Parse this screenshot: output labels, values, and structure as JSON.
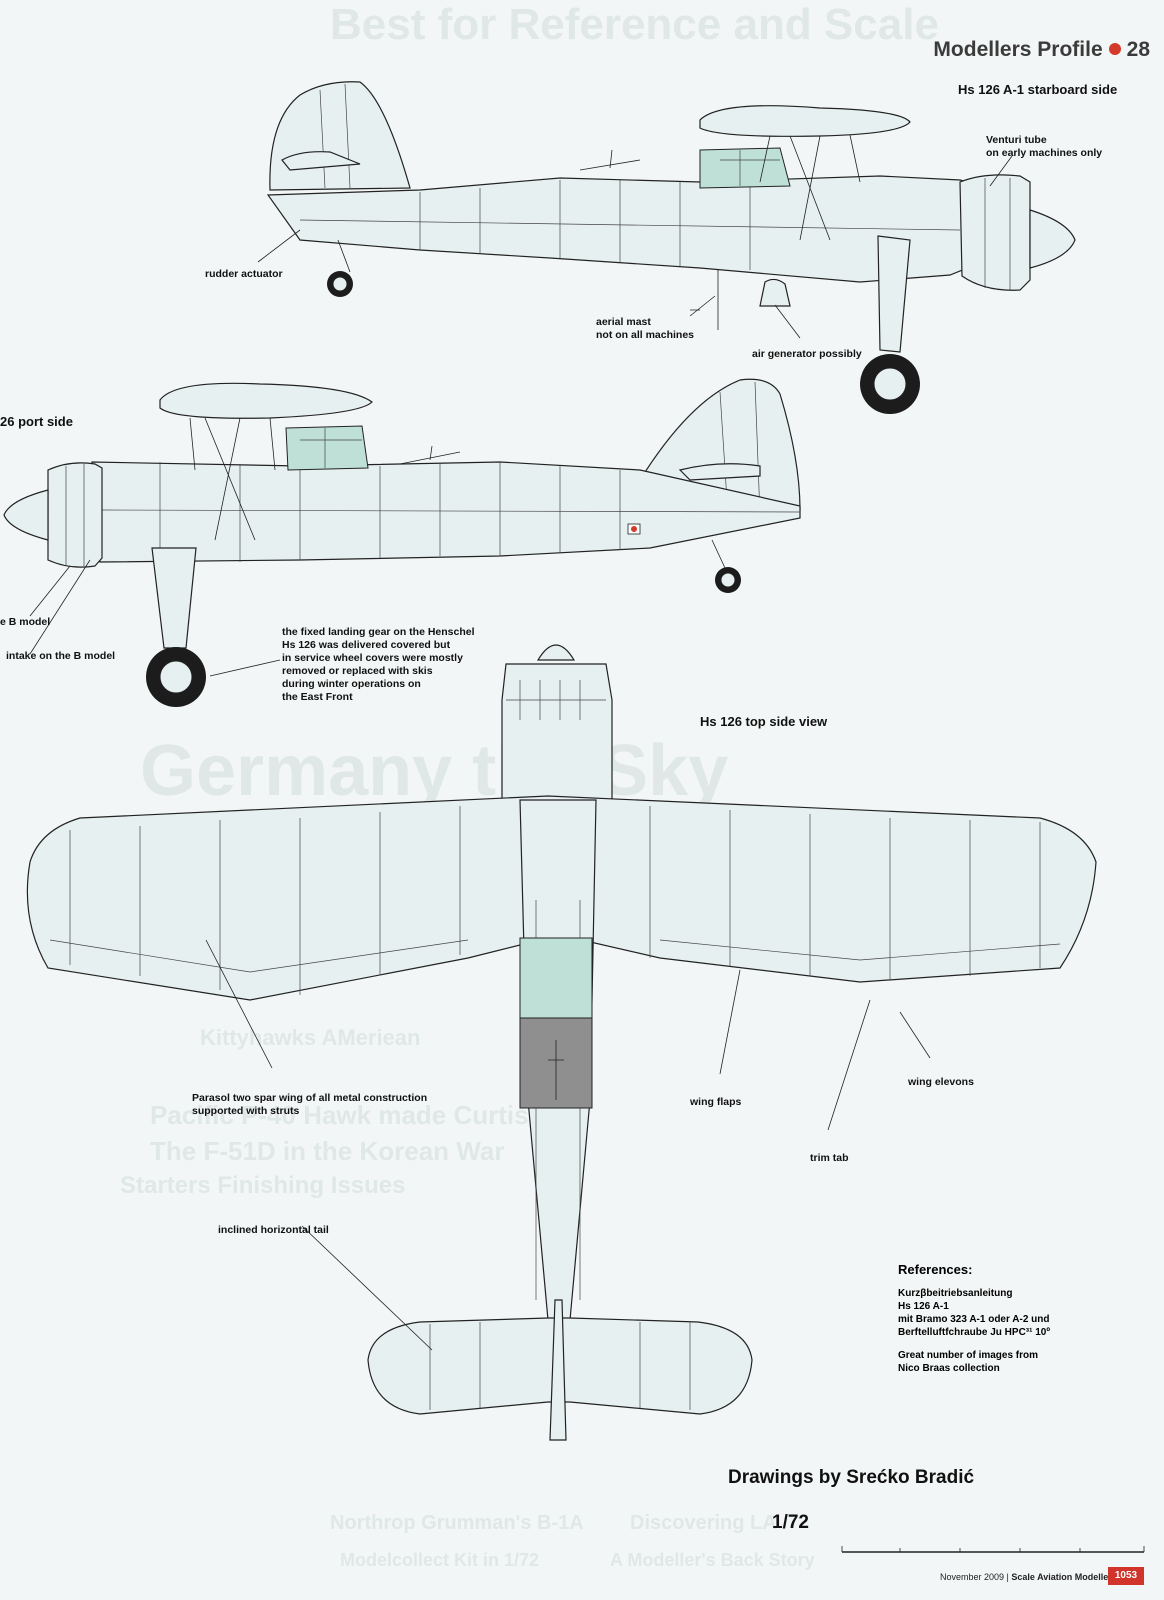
{
  "header": {
    "section": "Modellers Profile",
    "number": "28"
  },
  "views": {
    "starboard_title": "Hs 126 A-1  starboard side",
    "port_title": "26 port side",
    "top_title": "Hs 126 top side view"
  },
  "callouts": {
    "venturi": [
      "Venturi tube",
      "on early machines only"
    ],
    "rudder": "rudder actuator",
    "aerial": [
      "aerial mast",
      "not on all machines"
    ],
    "airgen": "air generator possibly",
    "bmodel": "e B model",
    "intake": "intake on the B model",
    "gear": [
      "the fixed landing gear on the Henschel",
      "Hs 126 was delivered covered but",
      "in service wheel covers were mostly",
      "removed or replaced with skis",
      "during winter operations on",
      "the East Front"
    ],
    "parasol": [
      "Parasol two spar wing of all metal construction",
      "supported with struts"
    ],
    "flaps": "wing flaps",
    "elevons": "wing elevons",
    "trim": "trim tab",
    "tail": "inclined horizontal tail"
  },
  "references": {
    "heading": "References:",
    "lines": [
      "Kurzβbeitriebsanleitung",
      "Hs 126 A-1",
      "mit Bramo 323 A-1 oder A-2 und",
      "Berftelluftfchraube Ju HPC³¹  10º"
    ],
    "note": [
      "Great number of images from",
      "Nico Braas collection"
    ]
  },
  "credit": "Drawings by Srećko Bradić",
  "scale": "1/72",
  "footer": {
    "date": "November 2009",
    "magazine": "Scale Aviation Modeller",
    "page": "1053"
  },
  "background_text": {
    "top_banner": "Best for Reference and Scale",
    "germany": "Germany  the Sky",
    "kitty": "Kittyhawks AMeriean",
    "hawk": "Pacific P-40 Hawk made Curtiss",
    "korea": "The F-51D in the Korean War",
    "issues": "Starters Finishing Issues",
    "bottom1": "Northrop Grumman's B-1A",
    "bottom2": "Discovering LA",
    "bottom3": "Modelcollect Kit in 1/72",
    "bottom4": "A Modeller's Back Story"
  },
  "colors": {
    "paper": "#f3f6f6",
    "airframe": "#e6f0f0",
    "glazing": "#bfe0d6",
    "accent": "#d23a2a"
  }
}
